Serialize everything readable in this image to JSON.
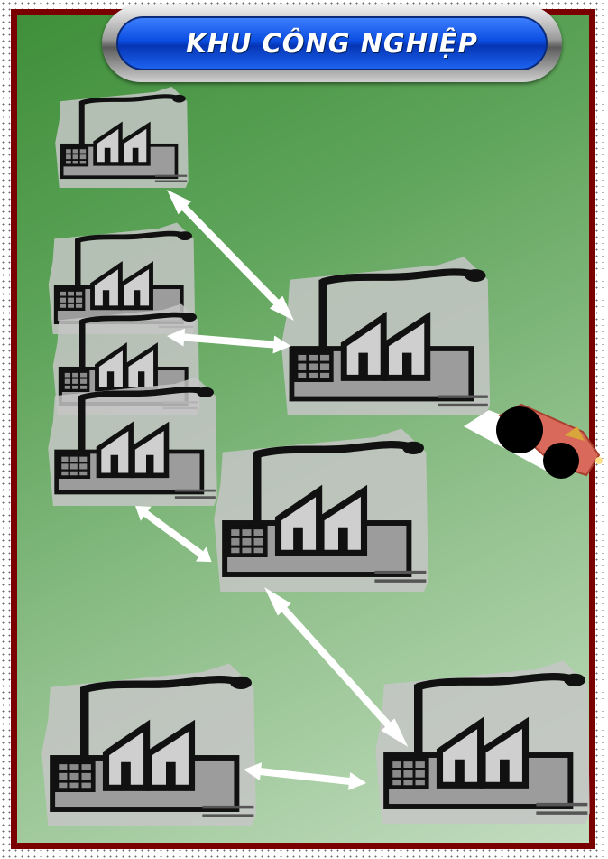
{
  "title": "KHU CÔNG NGHIỆP",
  "colors": {
    "frame_border": "#7a0000",
    "background_green": "#4f9a4a",
    "factory_fill": "#c8c8c8",
    "factory_ink": "#111111",
    "arrow": "#ffffff",
    "truck_body": "#d9695a"
  },
  "factories": [
    {
      "id": "factory-1",
      "icon": "factory-icon"
    },
    {
      "id": "factory-2",
      "icon": "factory-icon"
    },
    {
      "id": "factory-3",
      "icon": "factory-icon"
    },
    {
      "id": "factory-4",
      "icon": "factory-icon"
    },
    {
      "id": "factory-5",
      "icon": "factory-icon"
    },
    {
      "id": "factory-6",
      "icon": "factory-icon"
    },
    {
      "id": "factory-7",
      "icon": "factory-icon"
    },
    {
      "id": "factory-8",
      "icon": "factory-icon"
    }
  ],
  "links": [
    {
      "from": "factory-1",
      "to": "factory-4",
      "type": "double-arrow"
    },
    {
      "from": "factory-2",
      "to": "factory-4",
      "type": "double-arrow"
    },
    {
      "from": "factory-3",
      "to": "factory-5",
      "type": "double-arrow"
    },
    {
      "from": "factory-5",
      "to": "factory-7",
      "type": "double-arrow"
    },
    {
      "from": "factory-6",
      "to": "factory-7",
      "type": "double-arrow"
    }
  ],
  "vehicle": {
    "icon": "truck-icon"
  }
}
